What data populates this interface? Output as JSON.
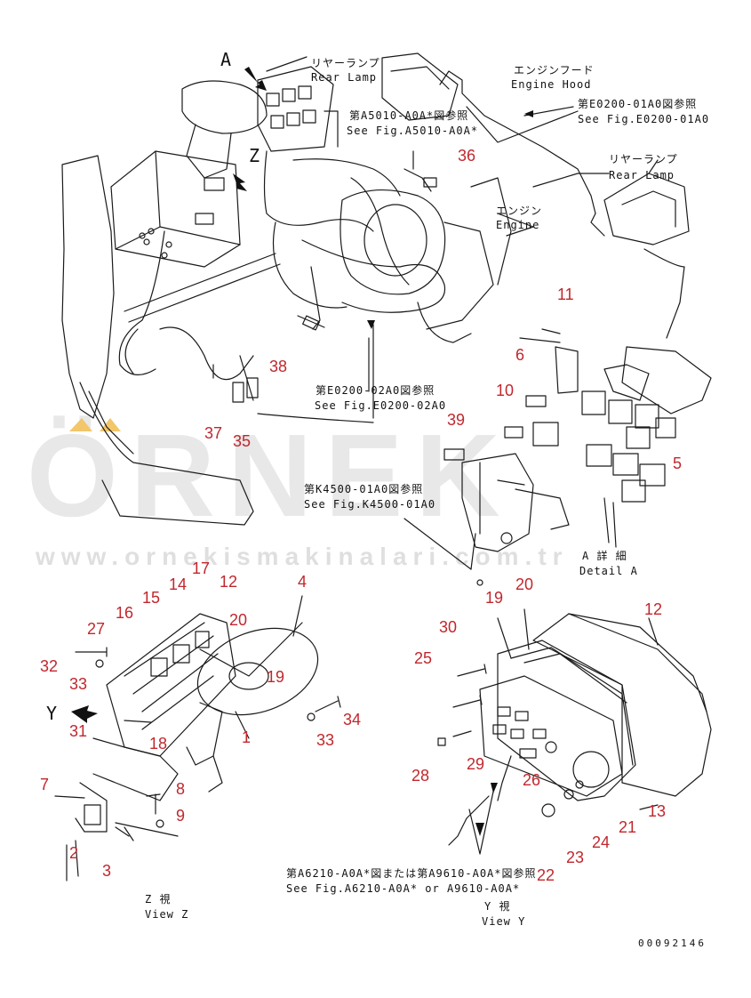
{
  "watermark": {
    "brand": "ÖRNEK",
    "url": "www.ornekismakinalari.com.tr",
    "accent": "#f2c66b"
  },
  "labels": {
    "arrow_a": "A",
    "rear_lamp_1_jp": "リヤーランプ",
    "rear_lamp_1_en": "Rear Lamp",
    "engine_hood_jp": "エンジンフード",
    "engine_hood_en": "Engine Hood",
    "ref_e0200_01a0_jp": "第E0200-01A0図参照",
    "ref_e0200_01a0_en": "See Fig.E0200-01A0",
    "ref_a5010_jp": "第A5010-A0A*図参照",
    "ref_a5010_en": "See Fig.A5010-A0A*",
    "arrow_z": "Z",
    "rear_lamp_2_jp": "リヤーランプ",
    "rear_lamp_2_en": "Rear Lamp",
    "engine_jp": "エンジン",
    "engine_en": "Engine",
    "ref_e0200_02a0_jp": "第E0200-02A0図参照",
    "ref_e0200_02a0_en": "See Fig.E0200-02A0",
    "ref_k4500_jp": "第K4500-01A0図参照",
    "ref_k4500_en": "See Fig.K4500-01A0",
    "detail_a_jp": "A 詳 細",
    "detail_a_en": "Detail A",
    "arrow_y": "Y",
    "ref_a6210_jp": "第A6210-A0A*図または第A9610-A0A*図参照",
    "ref_a6210_en": "See Fig.A6210-A0A* or A9610-A0A*",
    "view_z_jp": "Z 視",
    "view_z_en": "View Z",
    "view_y_jp": "Y 視",
    "view_y_en": "View Y",
    "drawing_code": "00092146"
  },
  "part_numbers": {
    "p36": "36",
    "p11": "11",
    "p6": "6",
    "p10": "10",
    "p38": "38",
    "p39": "39",
    "p37": "37",
    "p35": "35",
    "p5": "5",
    "p17": "17",
    "p14": "14",
    "p15": "15",
    "p12a": "12",
    "p4": "4",
    "p16": "16",
    "p27": "27",
    "p20a": "20",
    "p19a": "19",
    "p32": "32",
    "p33a": "33",
    "p31": "31",
    "p18": "18",
    "p1": "1",
    "p33b": "33",
    "p34": "34",
    "p7": "7",
    "p8": "8",
    "p9": "9",
    "p2": "2",
    "p3": "3",
    "p19b": "19",
    "p20b": "20",
    "p12b": "12",
    "p30": "30",
    "p25": "25",
    "p28": "28",
    "p29": "29",
    "p26": "26",
    "p13": "13",
    "p21": "21",
    "p24": "24",
    "p23": "23",
    "p22": "22"
  }
}
